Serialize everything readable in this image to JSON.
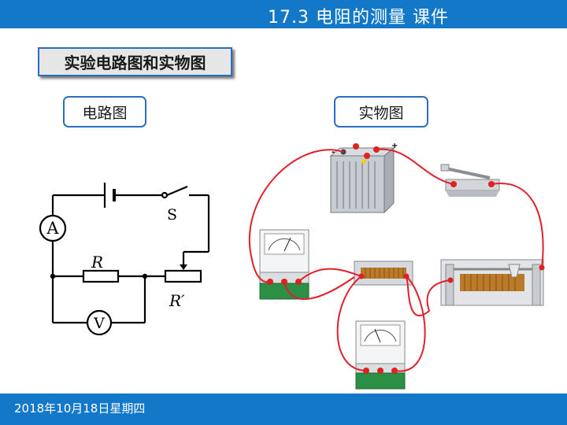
{
  "header": {
    "title": "17.3 电阻的测量 课件"
  },
  "section": {
    "title": "实验电路图和实物图"
  },
  "labels": {
    "circuit": "电路图",
    "physical": "实物图"
  },
  "circuit": {
    "ammeter": "A",
    "voltmeter": "V",
    "switch": "S",
    "resistor": "R",
    "rheostat": "R′"
  },
  "footer": {
    "date": "2018年10月18日星期四"
  },
  "colors": {
    "bar": "#1478c8",
    "box_border": "#2d6dbf",
    "wire": "#e0202a"
  }
}
